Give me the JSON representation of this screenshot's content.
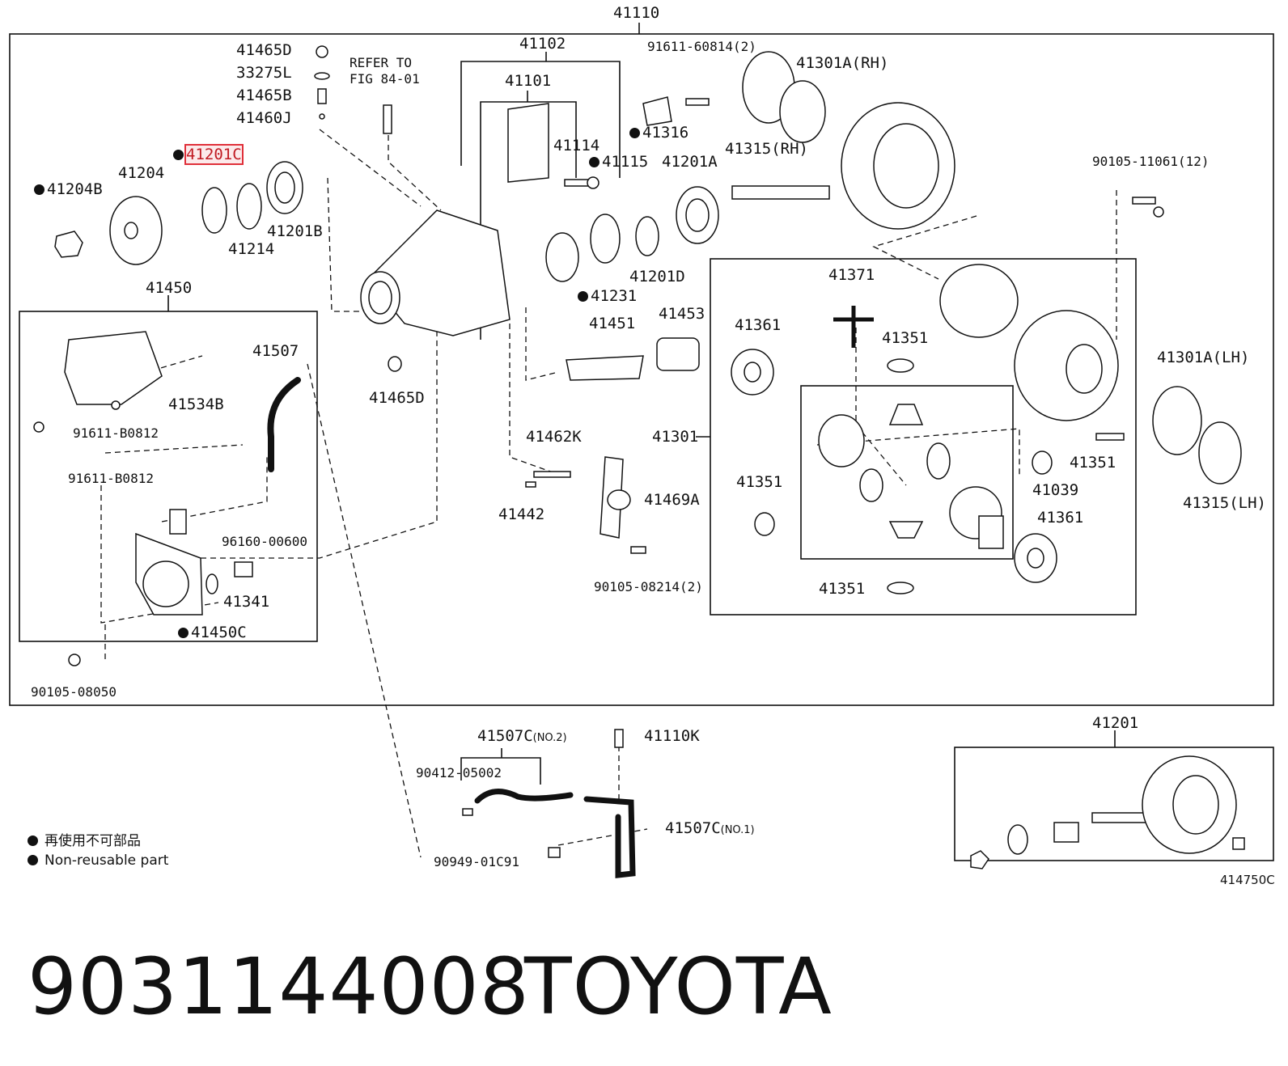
{
  "diagram": {
    "frame_label": "41110",
    "refer_note": [
      "REFER TO",
      "FIG 84-01"
    ],
    "callouts": [
      {
        "id": "c41465d_top",
        "text": "41465D"
      },
      {
        "id": "c33275l",
        "text": "33275L"
      },
      {
        "id": "c41465b",
        "text": "41465B"
      },
      {
        "id": "c41460j",
        "text": "41460J"
      },
      {
        "id": "c41201c",
        "text": "41201C",
        "non_reusable": true,
        "highlighted": true
      },
      {
        "id": "c41204b",
        "text": "41204B",
        "non_reusable": true
      },
      {
        "id": "c41204",
        "text": "41204"
      },
      {
        "id": "c41214",
        "text": "41214"
      },
      {
        "id": "c41201b",
        "text": "41201B"
      },
      {
        "id": "c41102",
        "text": "41102"
      },
      {
        "id": "c41101",
        "text": "41101"
      },
      {
        "id": "c41114",
        "text": "41114"
      },
      {
        "id": "c41115",
        "text": "41115",
        "non_reusable": true
      },
      {
        "id": "c41316",
        "text": "41316",
        "non_reusable": true
      },
      {
        "id": "c91611_60814",
        "text": "91611-60814(2)"
      },
      {
        "id": "c41301a_rh",
        "text": "41301A(RH)"
      },
      {
        "id": "c41315_rh",
        "text": "41315(RH)"
      },
      {
        "id": "c41201a",
        "text": "41201A"
      },
      {
        "id": "c90105_11061",
        "text": "90105-11061(12)"
      },
      {
        "id": "c41231",
        "text": "41231",
        "non_reusable": true
      },
      {
        "id": "c41201d",
        "text": "41201D"
      },
      {
        "id": "c41371",
        "text": "41371"
      },
      {
        "id": "c41450",
        "text": "41450"
      },
      {
        "id": "c41451",
        "text": "41451"
      },
      {
        "id": "c41453",
        "text": "41453"
      },
      {
        "id": "c41361_a",
        "text": "41361"
      },
      {
        "id": "c41351_a",
        "text": "41351"
      },
      {
        "id": "c41301a_lh",
        "text": "41301A(LH)"
      },
      {
        "id": "c41507",
        "text": "41507"
      },
      {
        "id": "c41534b",
        "text": "41534B"
      },
      {
        "id": "c41465d_b",
        "text": "41465D"
      },
      {
        "id": "c91611_b0812_a",
        "text": "91611-B0812"
      },
      {
        "id": "c91611_b0812_b",
        "text": "91611-B0812"
      },
      {
        "id": "c41462k",
        "text": "41462K"
      },
      {
        "id": "c41301",
        "text": "41301"
      },
      {
        "id": "c41351_b",
        "text": "41351"
      },
      {
        "id": "c41039",
        "text": "41039"
      },
      {
        "id": "c41315_lh",
        "text": "41315(LH)"
      },
      {
        "id": "c41351_c",
        "text": "41351"
      },
      {
        "id": "c41442",
        "text": "41442"
      },
      {
        "id": "c41469a",
        "text": "41469A"
      },
      {
        "id": "c41361_b",
        "text": "41361"
      },
      {
        "id": "c96160_00600",
        "text": "96160-00600"
      },
      {
        "id": "c41341",
        "text": "41341"
      },
      {
        "id": "c90105_08214",
        "text": "90105-08214(2)"
      },
      {
        "id": "c41351_d",
        "text": "41351"
      },
      {
        "id": "c41450c",
        "text": "41450C",
        "non_reusable": true
      },
      {
        "id": "c90105_08050",
        "text": "90105-08050"
      },
      {
        "id": "c41507c_no2",
        "text": "41507C",
        "suffix": "(NO.2)"
      },
      {
        "id": "c41110k",
        "text": "41110K"
      },
      {
        "id": "c41201",
        "text": "41201"
      },
      {
        "id": "c90412_05002",
        "text": "90412-05002"
      },
      {
        "id": "c41507c_no1",
        "text": "41507C",
        "suffix": "(NO.1)"
      },
      {
        "id": "c90949_01c91",
        "text": "90949-01C91"
      }
    ],
    "legend": [
      "再使用不可部品",
      "Non-reusable part"
    ],
    "figure_code": "414750C"
  },
  "caption": {
    "part_number": "9031144008",
    "brand": "TOYOTA"
  }
}
